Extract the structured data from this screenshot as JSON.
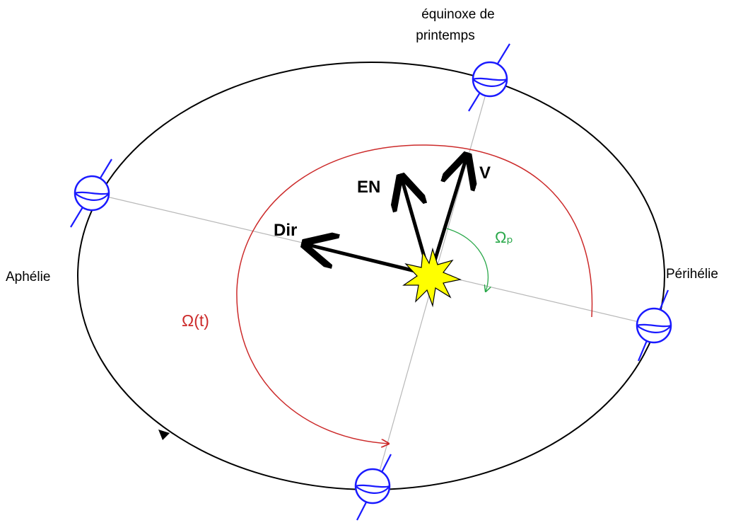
{
  "labels": {
    "equinox": [
      "équinoxe de",
      "printemps"
    ],
    "aphelion": "Aphélie",
    "perihelion": "Périhélie",
    "omega_t": "Ω(t)",
    "omega_p": "Ωₚ",
    "en": "EN",
    "v": "V",
    "dir": "Dir"
  },
  "colors": {
    "orbit": "#000000",
    "axis": "#b8b8b8",
    "omega_t_arc": "#cc2a2a",
    "omega_p_arc": "#2aa84a",
    "earth": "#1a1aff",
    "sun_fill": "#ffff00",
    "vector": "#000000"
  },
  "icons": [
    "sun-icon",
    "earth-icon"
  ]
}
